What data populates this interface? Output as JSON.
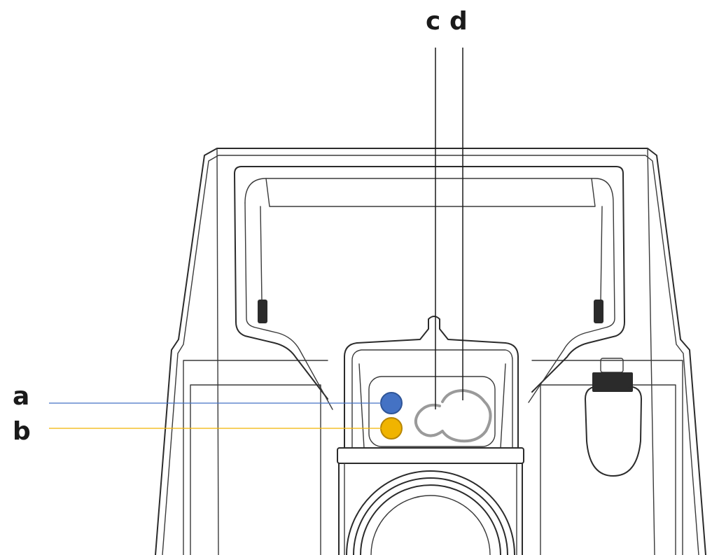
{
  "figure": {
    "callouts": [
      {
        "id": "a",
        "text": "a",
        "color": "#4472C4"
      },
      {
        "id": "b",
        "text": "b",
        "color": "#F0B400"
      },
      {
        "id": "c",
        "text": "c",
        "color": "#1a1a1a"
      },
      {
        "id": "d",
        "text": "d",
        "color": "#1a1a1a"
      }
    ],
    "indicators": {
      "blue_light_color": "#4472C4",
      "yellow_light_color": "#F0B400",
      "outline_color": "#9a9a9a"
    }
  }
}
